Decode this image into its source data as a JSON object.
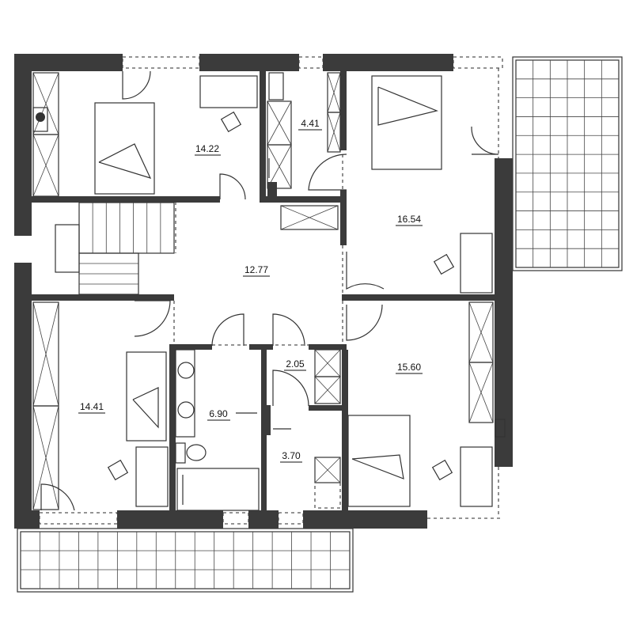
{
  "plan": {
    "rooms": [
      {
        "id": "bedroom-nw",
        "area": "14.22"
      },
      {
        "id": "closet-n",
        "area": "4.41"
      },
      {
        "id": "bedroom-ne",
        "area": "16.54"
      },
      {
        "id": "hall",
        "area": "12.77"
      },
      {
        "id": "bedroom-sw",
        "area": "14.41"
      },
      {
        "id": "bathroom",
        "area": "6.90"
      },
      {
        "id": "wardrobe-hall",
        "area": "2.05"
      },
      {
        "id": "shower-room",
        "area": "3.70"
      },
      {
        "id": "bedroom-se",
        "area": "15.60"
      }
    ],
    "colors": {
      "wall": "#3b3b3b",
      "line": "#333333"
    }
  }
}
